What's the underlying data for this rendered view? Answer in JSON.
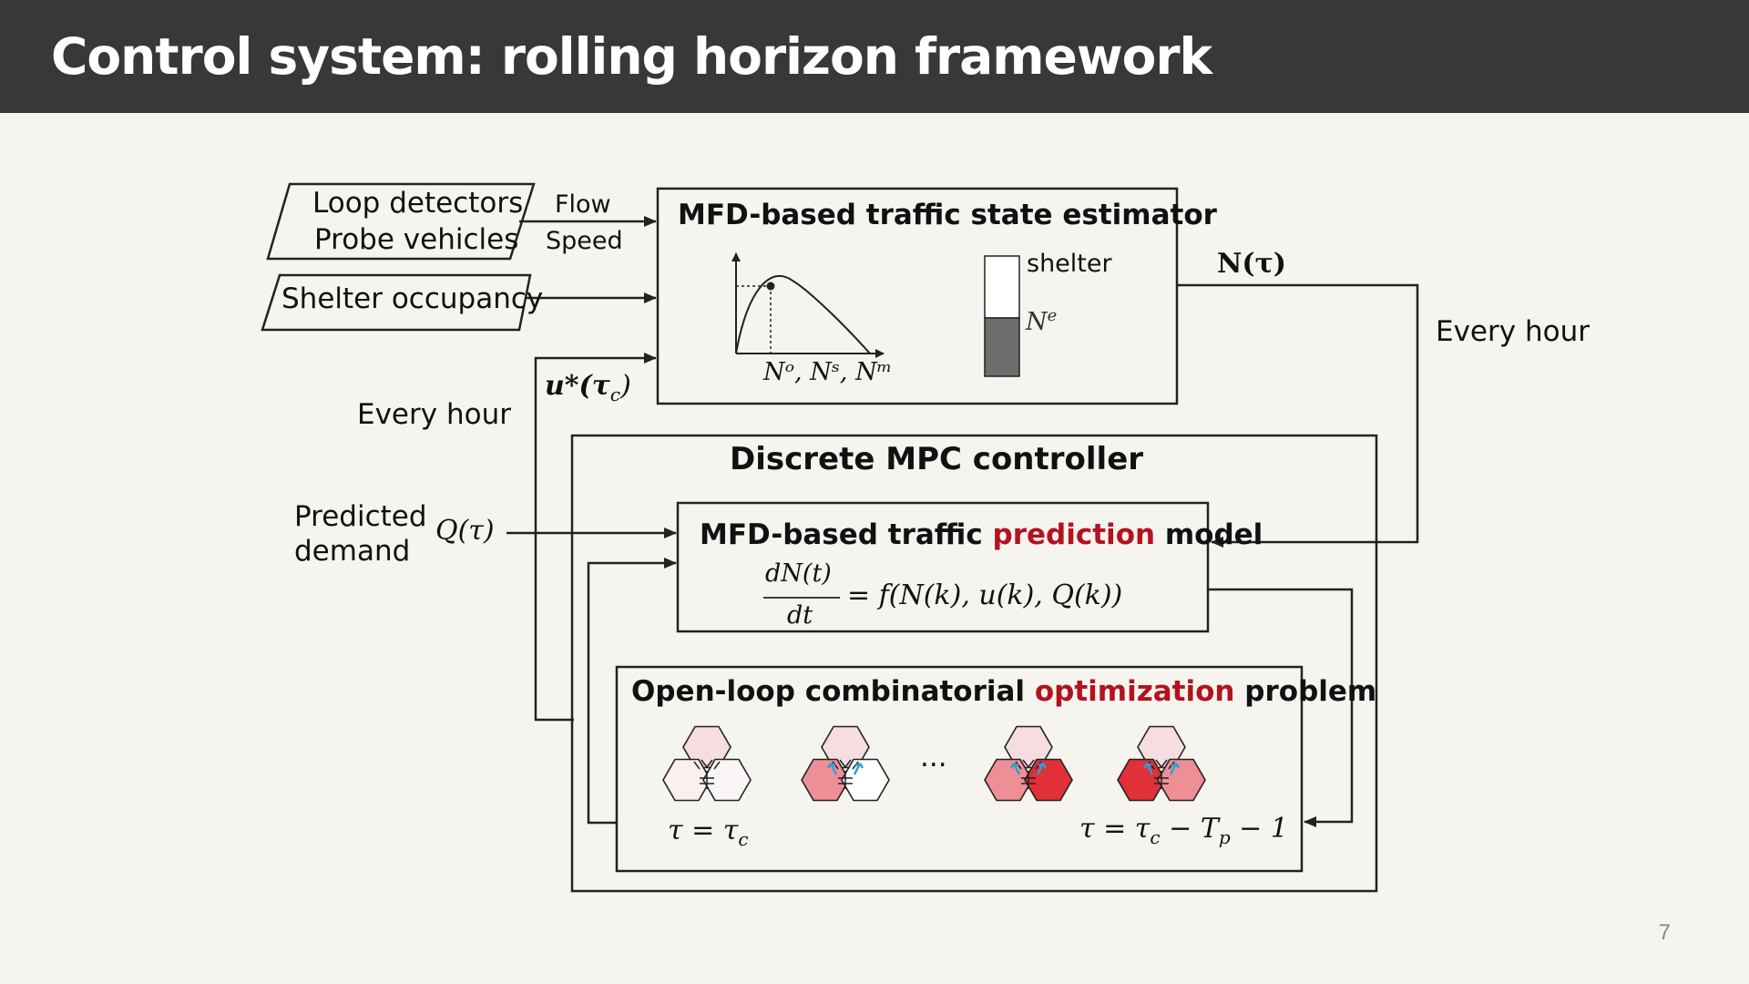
{
  "slide": {
    "title": "Control system: rolling horizon framework",
    "page_number": "7"
  },
  "inputs": {
    "loop_detectors": "Loop detectors",
    "probe_vehicles": "Probe vehicles",
    "flow": "Flow",
    "speed": "Speed",
    "shelter_occupancy": "Shelter occupancy"
  },
  "estimator": {
    "title": "MFD-based traffic state estimator",
    "axis_label": "Nᵒ, Nˢ, Nᵐ",
    "shelter_label": "shelter",
    "ne_label": "N",
    "ne_sup": "e"
  },
  "feedback": {
    "n_tau": "N(τ)",
    "every_hour_right": "Every hour",
    "every_hour_left": "Every hour",
    "u_star": "u*(τ",
    "u_star_sub": "c",
    "u_star_close": ")"
  },
  "demand": {
    "predicted": "Predicted",
    "demand": "demand",
    "q_tau": "Q(τ)"
  },
  "mpc": {
    "title": "Discrete MPC controller",
    "prediction_title_a": "MFD-based traffic ",
    "prediction_title_red": "prediction",
    "prediction_title_b": " model",
    "eq_num": "dN(t)",
    "eq_den": "dt",
    "eq_rhs": "= f(N(k), u(k), Q(k))",
    "opt_title_a": "Open-loop combinatorial ",
    "opt_title_red": "optimization",
    "opt_title_b": " problem",
    "ellipsis": "···",
    "tau_start": "τ = τ",
    "tau_start_sub": "c",
    "tau_end_a": "τ = τ",
    "tau_end_sub1": "c",
    "tau_end_b": " − T",
    "tau_end_sub2": "p",
    "tau_end_c": " − 1"
  },
  "colors": {
    "header_bg": "#383838",
    "accent_red": "#b3121f",
    "hex_light": "#f7dde0",
    "hex_mid": "#ee8f95",
    "hex_dark": "#e03038",
    "arrow_blue": "#2a9fd6"
  }
}
